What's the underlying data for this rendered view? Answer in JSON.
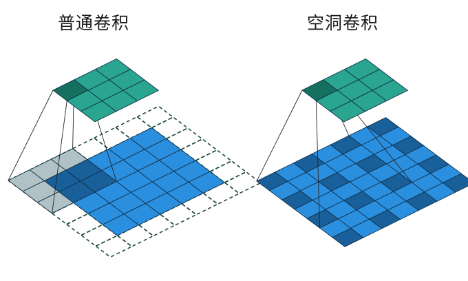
{
  "titles": {
    "standard": "普通卷积",
    "dilated": "空洞卷积"
  },
  "colors": {
    "teal": "#2aa590",
    "teal_dark": "#16705f",
    "blue": "#2b8fe0",
    "blue_dark": "#195f99",
    "gray": "#b0c2c6",
    "grid_line": "#10324a",
    "dash": "#1d4a40"
  },
  "standard_conv": {
    "input_size": 5,
    "padding": 1,
    "kernel_size": 3,
    "output_size": 3
  },
  "dilated_conv": {
    "input_size": 7,
    "kernel_size": 3,
    "dilation": 2,
    "output_size": 3
  }
}
